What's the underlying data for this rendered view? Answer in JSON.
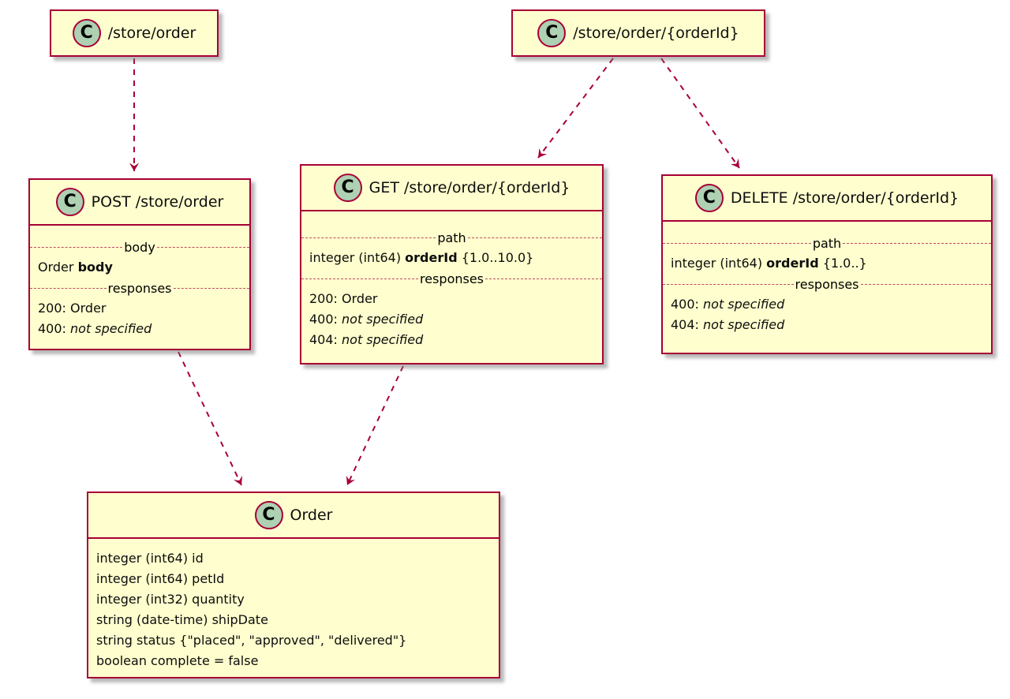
{
  "diagram": {
    "kind": "uml-class-diagram",
    "colors": {
      "background": "#ffffff",
      "node_fill": "#fefece",
      "node_border": "#a80036",
      "circle_fill": "#add1b2",
      "arrow": "#a80036",
      "text": "#000000"
    },
    "nodes": {
      "route_order": {
        "icon": "C",
        "title": "/store/order"
      },
      "route_order_id": {
        "icon": "C",
        "title": "/store/order/{orderId}"
      },
      "post_order": {
        "icon": "C",
        "title": "POST /store/order",
        "rows": [
          {
            "type": "divider",
            "label": "body"
          },
          {
            "type": "line",
            "parts": [
              {
                "text": "Order ",
                "style": "plain"
              },
              {
                "text": "body",
                "style": "bold"
              }
            ]
          },
          {
            "type": "divider",
            "label": "responses"
          },
          {
            "type": "line",
            "parts": [
              {
                "text": "200: Order",
                "style": "plain"
              }
            ]
          },
          {
            "type": "line",
            "parts": [
              {
                "text": "400: ",
                "style": "plain"
              },
              {
                "text": "not specified",
                "style": "italic"
              }
            ]
          }
        ]
      },
      "get_order": {
        "icon": "C",
        "title": "GET /store/order/{orderId}",
        "rows": [
          {
            "type": "divider",
            "label": "path"
          },
          {
            "type": "line",
            "parts": [
              {
                "text": "integer (int64) ",
                "style": "plain"
              },
              {
                "text": "orderId",
                "style": "bold"
              },
              {
                "text": " {1.0..10.0}",
                "style": "plain"
              }
            ]
          },
          {
            "type": "divider",
            "label": "responses"
          },
          {
            "type": "line",
            "parts": [
              {
                "text": "200: Order",
                "style": "plain"
              }
            ]
          },
          {
            "type": "line",
            "parts": [
              {
                "text": "400: ",
                "style": "plain"
              },
              {
                "text": "not specified",
                "style": "italic"
              }
            ]
          },
          {
            "type": "line",
            "parts": [
              {
                "text": "404: ",
                "style": "plain"
              },
              {
                "text": "not specified",
                "style": "italic"
              }
            ]
          }
        ]
      },
      "delete_order": {
        "icon": "C",
        "title": "DELETE /store/order/{orderId}",
        "rows": [
          {
            "type": "divider",
            "label": "path"
          },
          {
            "type": "line",
            "parts": [
              {
                "text": "integer (int64) ",
                "style": "plain"
              },
              {
                "text": "orderId",
                "style": "bold"
              },
              {
                "text": " {1.0..}",
                "style": "plain"
              }
            ]
          },
          {
            "type": "divider",
            "label": "responses"
          },
          {
            "type": "line",
            "parts": [
              {
                "text": "400: ",
                "style": "plain"
              },
              {
                "text": "not specified",
                "style": "italic"
              }
            ]
          },
          {
            "type": "line",
            "parts": [
              {
                "text": "404: ",
                "style": "plain"
              },
              {
                "text": "not specified",
                "style": "italic"
              }
            ]
          }
        ]
      },
      "order_model": {
        "icon": "C",
        "title": "Order",
        "rows": [
          {
            "type": "line",
            "parts": [
              {
                "text": "integer (int64) id",
                "style": "plain"
              }
            ]
          },
          {
            "type": "line",
            "parts": [
              {
                "text": "integer (int64) petId",
                "style": "plain"
              }
            ]
          },
          {
            "type": "line",
            "parts": [
              {
                "text": "integer (int32) quantity",
                "style": "plain"
              }
            ]
          },
          {
            "type": "line",
            "parts": [
              {
                "text": "string (date-time) shipDate",
                "style": "plain"
              }
            ]
          },
          {
            "type": "line",
            "parts": [
              {
                "text": "string status {\"placed\", \"approved\", \"delivered\"}",
                "style": "plain"
              }
            ]
          },
          {
            "type": "line",
            "parts": [
              {
                "text": "boolean complete = false",
                "style": "plain"
              }
            ]
          }
        ]
      }
    },
    "edges": [
      {
        "from": "route_order",
        "to": "post_order",
        "style": "dashed-arrow"
      },
      {
        "from": "route_order_id",
        "to": "get_order",
        "style": "dashed-arrow"
      },
      {
        "from": "route_order_id",
        "to": "delete_order",
        "style": "dashed-arrow"
      },
      {
        "from": "post_order",
        "to": "order_model",
        "style": "dashed-arrow"
      },
      {
        "from": "get_order",
        "to": "order_model",
        "style": "dashed-arrow"
      }
    ]
  }
}
